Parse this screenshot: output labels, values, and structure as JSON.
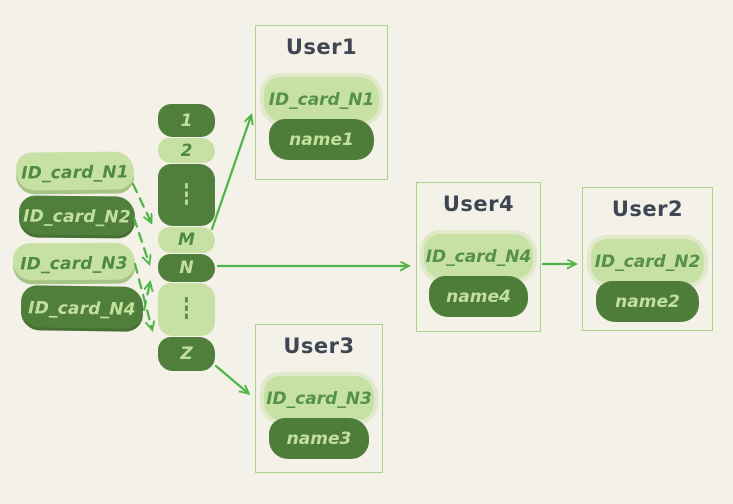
{
  "colors": {
    "background": "#f4f1e9",
    "pill_light_bg": "#c7e1a4",
    "pill_light_text": "#4f8a41",
    "pill_dark_bg": "#507f3c",
    "pill_dark_text": "#c2e09c",
    "box_border": "#aad489",
    "user_title_text": "#3e4653",
    "arrow": "#4fb54a"
  },
  "id_cards": [
    {
      "label": "ID_card_N1",
      "variant": "light"
    },
    {
      "label": "ID_card_N2",
      "variant": "dark"
    },
    {
      "label": "ID_card_N3",
      "variant": "light"
    },
    {
      "label": "ID_card_N4",
      "variant": "dark"
    }
  ],
  "hash_slots": [
    {
      "label": "1",
      "variant": "dark"
    },
    {
      "label": "2",
      "variant": "light"
    },
    {
      "label": "⋮",
      "variant": "dark"
    },
    {
      "label": "M",
      "variant": "light"
    },
    {
      "label": "N",
      "variant": "dark"
    },
    {
      "label": "⋮",
      "variant": "light"
    },
    {
      "label": "Z",
      "variant": "dark"
    }
  ],
  "users": [
    {
      "title": "User1",
      "id_card": "ID_card_N1",
      "name": "name1"
    },
    {
      "title": "User4",
      "id_card": "ID_card_N4",
      "name": "name4"
    },
    {
      "title": "User2",
      "id_card": "ID_card_N2",
      "name": "name2"
    },
    {
      "title": "User3",
      "id_card": "ID_card_N3",
      "name": "name3"
    }
  ],
  "mappings": [
    {
      "from": "ID_card_N1",
      "to": "M",
      "style": "dashed"
    },
    {
      "from": "ID_card_N2",
      "to": "N",
      "style": "dashed"
    },
    {
      "from": "ID_card_N3",
      "to": "Z",
      "style": "dashed"
    },
    {
      "from": "ID_card_N4",
      "to": "N",
      "style": "dashed"
    },
    {
      "from": "M",
      "to": "User1",
      "style": "solid"
    },
    {
      "from": "N",
      "to": "User4",
      "style": "solid"
    },
    {
      "from": "Z",
      "to": "User3",
      "style": "solid"
    },
    {
      "from": "User4",
      "to": "User2",
      "style": "solid"
    }
  ]
}
